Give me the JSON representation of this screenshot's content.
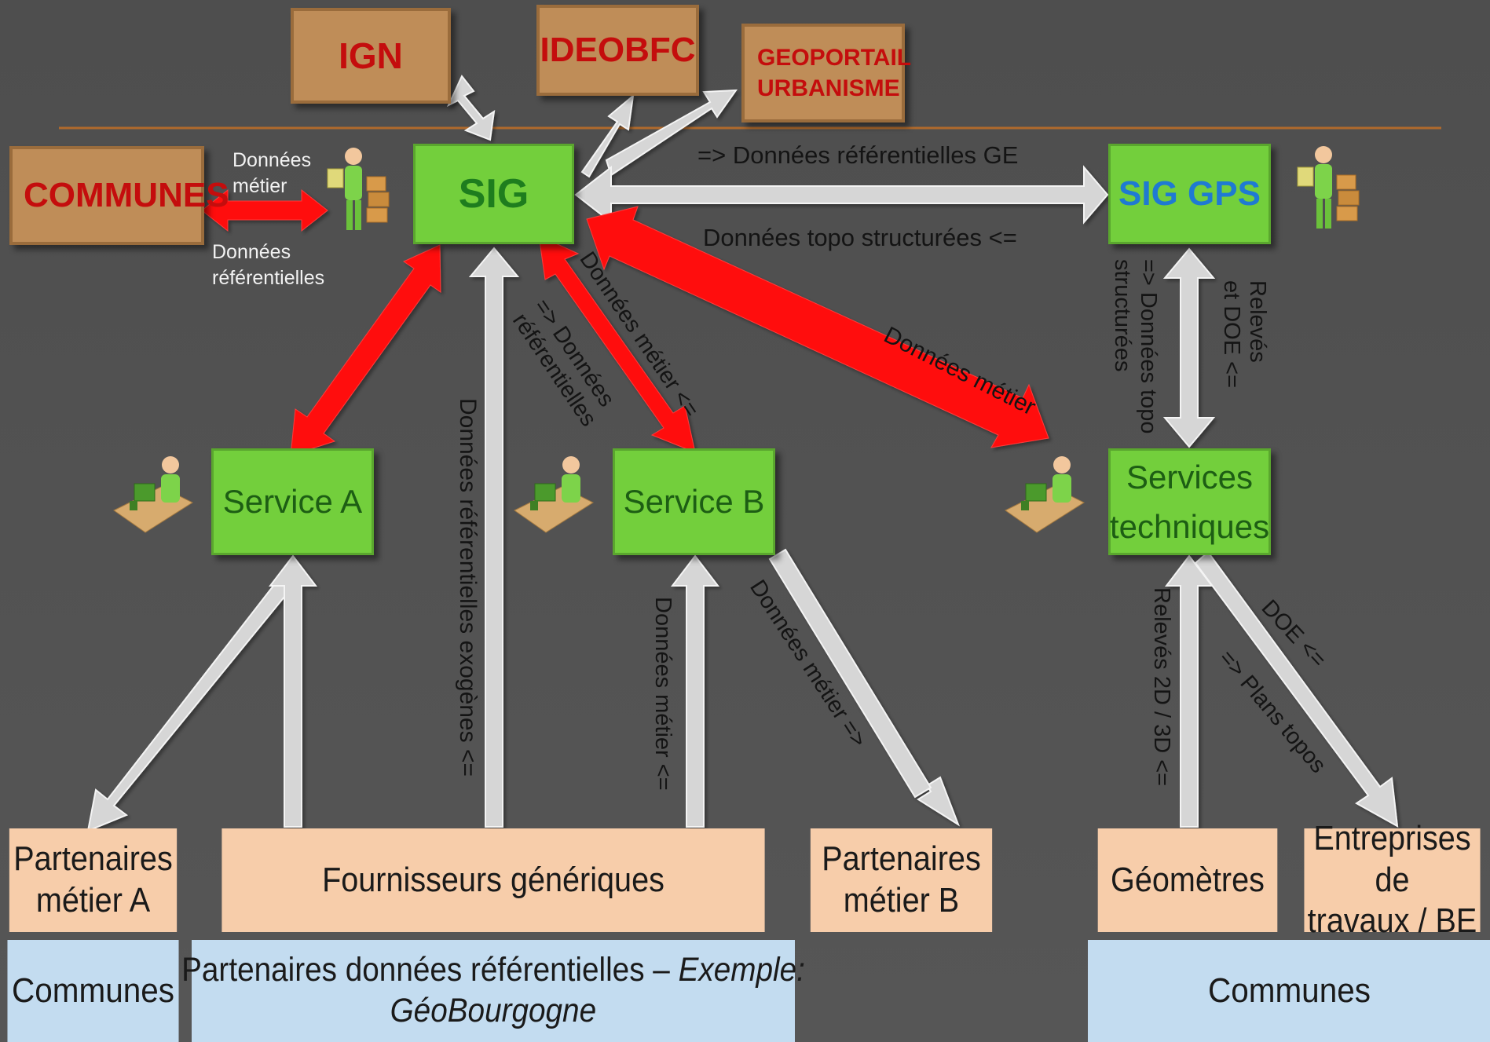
{
  "external_sources": {
    "ign": "IGN",
    "ideobfc": "IDEOBFC",
    "geoportail_line1": "GEOPORTAIL",
    "geoportail_line2": "URBANISME"
  },
  "nodes": {
    "communes_top": "COMMUNES",
    "sig": "SIG",
    "sig_gps": "SIG GPS",
    "service_a": "Service A",
    "service_b": "Service B",
    "services_techniques_line1": "Services",
    "services_techniques_line2": "techniques"
  },
  "labels": {
    "donnees_metier_top_line1": "Données",
    "donnees_metier_top_line2": "métier",
    "donnees_referentielles_line1": "Données",
    "donnees_referentielles_line2": "référentielles",
    "ref_ge": "=> Données référentielles GE",
    "topo_struct": "Données topo structurées <=",
    "metier_services_tech": "Données métier",
    "metier_service_b": "Données métier <=",
    "ref_service_b_line1": "=> Données",
    "ref_service_b_line2": "référentielles",
    "exogenes": "Données référentielles exogènes <=",
    "metier_from_bottom": "Données métier <=",
    "metier_to_partners_b": "Données métier =>",
    "releves_doe_line1": "Relevés",
    "releves_doe_line2": "et DOE  <=",
    "topo_down_line1": "=> Données topo",
    "topo_down_line2": "structurées",
    "releves_2d3d": "Relevés 2D / 3D <=",
    "doe": "DOE <=",
    "plans_topos": "=> Plans topos"
  },
  "bottom_row1": {
    "partenaires_a_line1": "Partenaires",
    "partenaires_a_line2": "métier A",
    "fournisseurs": "Fournisseurs génériques",
    "partenaires_b_line1": "Partenaires",
    "partenaires_b_line2": "métier B",
    "geometres": "Géomètres",
    "entreprises_line1": "Entreprises de",
    "entreprises_line2": "travaux / BE"
  },
  "bottom_row2": {
    "communes_left": "Communes",
    "partenaires_ref_line1_a": "Partenaires données référentielles – ",
    "partenaires_ref_line1_b": "Exemple:",
    "partenaires_ref_line2": "GéoBourgogne",
    "communes_right": "Communes"
  },
  "colors": {
    "background": "#505050",
    "tan_box": "#bf8d58",
    "tan_title": "#c40d0d",
    "green_box": "#73cf3c",
    "sig_text": "#1e7d1e",
    "sig_gps_text": "#1f7ad2",
    "service_text": "#1d5e14",
    "red_arrow": "#ff1010",
    "grey_arrow": "#d6d6d6",
    "peach_box": "#f7cdaa",
    "blue_box": "#c3dcf0",
    "separator": "#b06a2c"
  },
  "icons": [
    "user-with-books-icon",
    "user-at-desk-icon"
  ]
}
